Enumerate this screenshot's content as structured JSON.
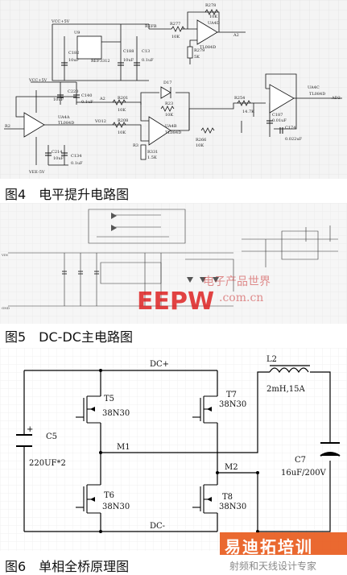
{
  "fig4": {
    "caption": "图4　电平提升电路图",
    "vcc_top": "VCC+5V",
    "vcc_left": "VCC+5V",
    "vee": "VEE-5V",
    "u9": "U9",
    "ref": "REF3312",
    "refb": "REFB",
    "c182": "C182",
    "c182v": "10uF",
    "c188": "C188",
    "c188v": "10uF",
    "c13": "C13",
    "c13v": "0.1uF",
    "r277": "R277",
    "r277v": "10K",
    "r278": "R278",
    "r278v": "10K",
    "r279": "R279",
    "r279v": "5K",
    "ua4d": "UA4D",
    "ua4d_part": "TL084D",
    "a2_top": "A2",
    "c220": "C220",
    "c220v": "10uF",
    "c140": "C140",
    "c140v": "0.1uF",
    "ua4a": "UA4A",
    "ua4a_part": "TL084D",
    "r201": "R201",
    "r201v": "10K",
    "a2_mid": "A2",
    "vo12": "VO12",
    "r208": "R208",
    "r208v": "10K",
    "d17": "D17",
    "r23": "R23",
    "r23v": "10K",
    "ua4b": "UA4B",
    "ua4b_part": "TL084D",
    "r3": "R3",
    "r331": "R331",
    "r331v": "1.5K",
    "r266": "R266",
    "r266v": "10K",
    "r254": "R254",
    "r254v": "14.7K",
    "c187": "C187",
    "c187v": "0.01uF",
    "c174": "C174",
    "c174v": "0.022uF",
    "ua4c": "UA4C",
    "ua4c_part": "TL084D",
    "ad2": "AD2",
    "c214": "C214",
    "c214v": "10uF",
    "c134": "C134",
    "c134v": "0.1uF",
    "r2": "R2"
  },
  "fig5": {
    "caption": "图5　DC-DC主电路图"
  },
  "fig6": {
    "caption": "图6　单相全桥原理图",
    "dc_plus": "DC+",
    "dc_minus": "DC-",
    "t5": "T5",
    "t5v": "38N30",
    "t6": "T6",
    "t6v": "38N30",
    "t7": "T7",
    "t7v": "38N30",
    "t8": "T8",
    "t8v": "38N30",
    "c5": "C5",
    "c5v": "220UF*2",
    "m1": "M1",
    "m2": "M2",
    "l2": "L2",
    "l2v": "2mH,15A",
    "c7": "C7",
    "c7v": "16uF/200V"
  },
  "watermark": {
    "eepw": "EEPW",
    "cn_product": "电子产品世界",
    "site": ".com.cn",
    "brand": "易迪拓培训",
    "tagline": "射频和天线设计专家"
  }
}
